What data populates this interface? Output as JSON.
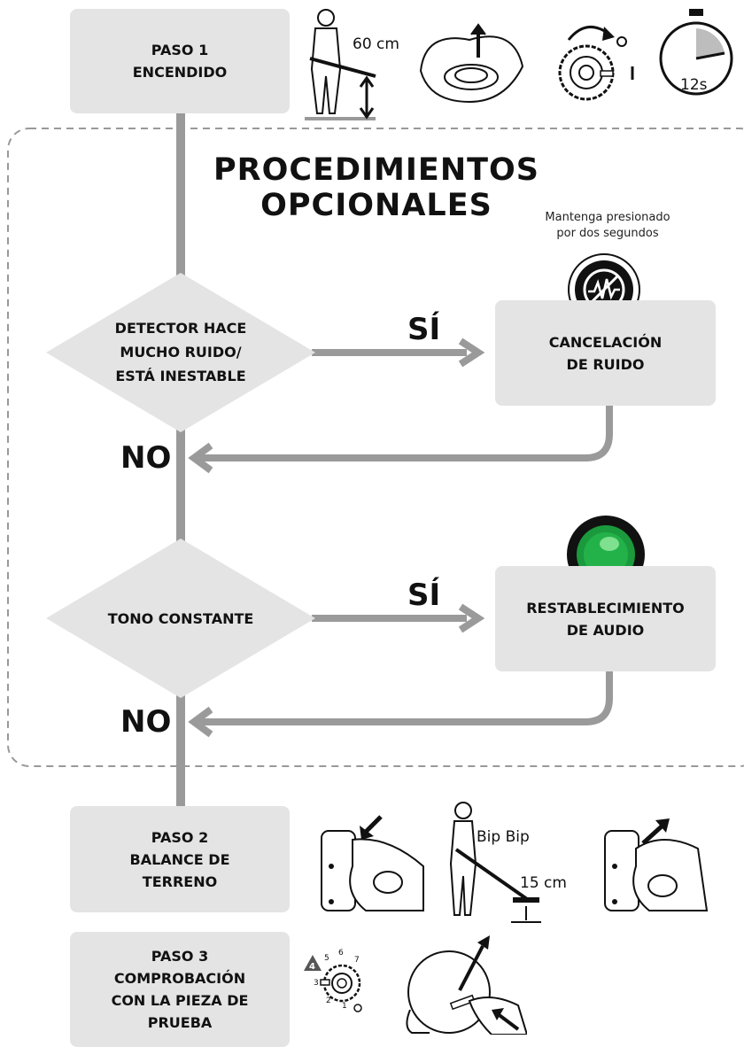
{
  "title": {
    "line1": "PROCEDIMIENTOS",
    "line2": "OPCIONALES"
  },
  "step1": {
    "line1": "PASO 1",
    "line2": "ENCENDIDO",
    "height_label": "60 cm",
    "timer_label": "12s"
  },
  "decision1": {
    "line1": "DETECTOR HACE",
    "line2": "MUCHO RUIDO/",
    "line3": "ESTÁ INESTABLE",
    "yes": "SÍ",
    "no": "NO"
  },
  "noise_cancel": {
    "line1": "CANCELACIÓN",
    "line2": "DE RUIDO",
    "note_line1": "Mantenga presionado",
    "note_line2": "por dos segundos"
  },
  "decision2": {
    "line1": "TONO CONSTANTE",
    "yes": "SÍ",
    "no": "NO"
  },
  "audio_reset": {
    "line1": "RESTABLECIMIENTO",
    "line2": "DE AUDIO"
  },
  "step2": {
    "line1": "PASO 2",
    "line2": "BALANCE DE",
    "line3": "TERRENO",
    "beep_label": "Bip Bip",
    "distance_label": "15 cm"
  },
  "step3": {
    "line1": "PASO 3",
    "line2": "COMPROBACIÓN",
    "line3": "CON LA PIEZA DE",
    "line4": "PRUEBA",
    "knob_numbers": [
      "4",
      "5",
      "6",
      "7",
      "3",
      "2",
      "1"
    ]
  },
  "colors": {
    "box": "#e4e4e4",
    "connector": "#9a9a9a",
    "dashed_border": "#999999",
    "led_green": "#1a9a3c"
  }
}
